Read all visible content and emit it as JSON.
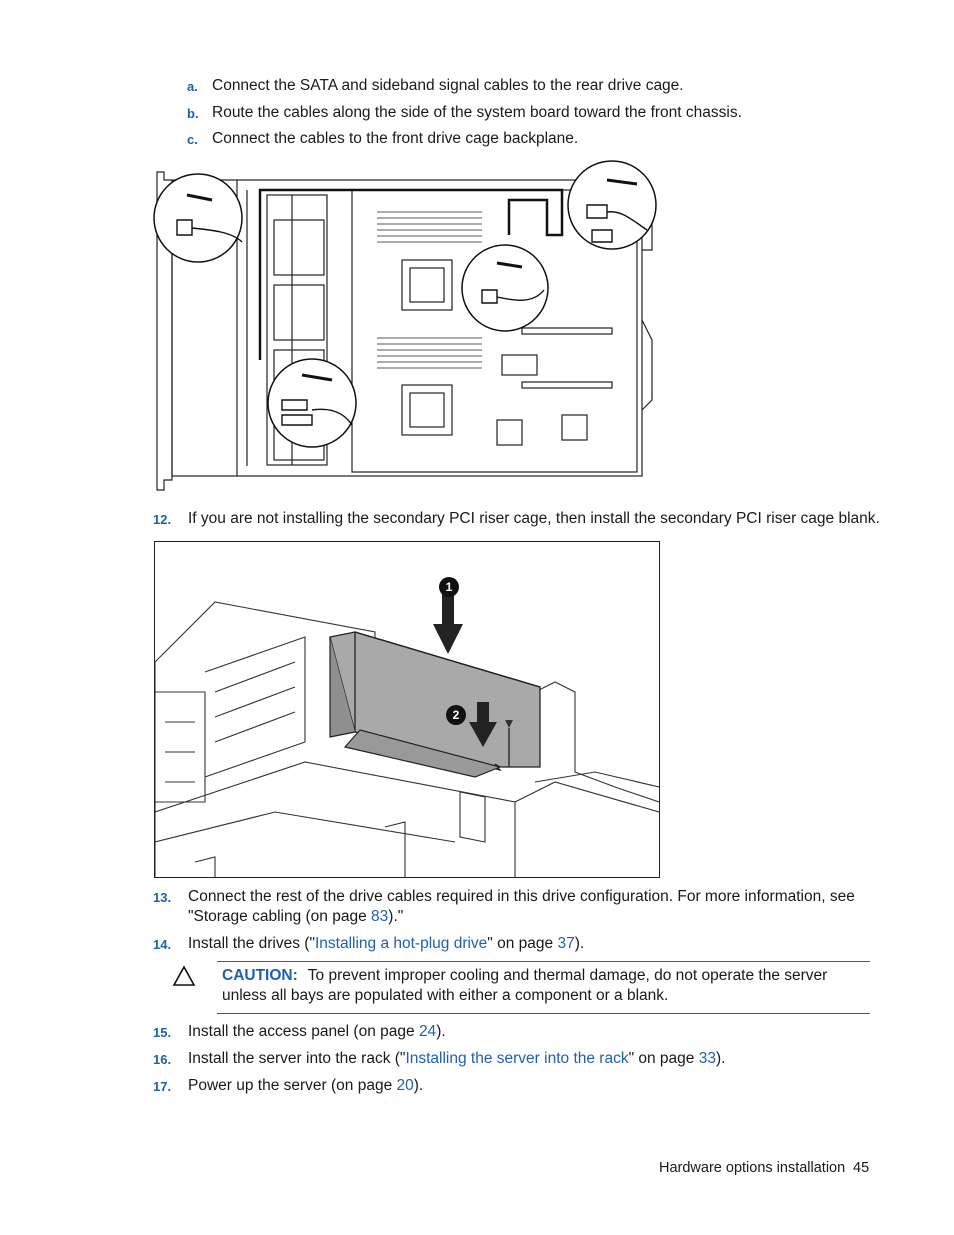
{
  "substeps": [
    {
      "marker": "a.",
      "text": "Connect the SATA and sideband signal cables to the rear drive cage."
    },
    {
      "marker": "b.",
      "text": "Route the cables along the side of the system board toward the front chassis."
    },
    {
      "marker": "c.",
      "text": "Connect the cables to the front drive cage backplane."
    }
  ],
  "step12": {
    "num": "12.",
    "text": "If you are not installing the secondary PCI riser cage, then install the secondary PCI riser cage blank."
  },
  "figure2": {
    "callout1": "1",
    "callout2": "2"
  },
  "step13": {
    "num": "13.",
    "line1": "Connect the rest of the drive cables required in this drive configuration. For more information, see",
    "line2_pre": "\"Storage cabling (on page ",
    "line2_link": "83",
    "line2_post": ").\""
  },
  "step14": {
    "num": "14.",
    "pre": "Install the drives (\"",
    "link": "Installing a hot-plug drive",
    "mid": "\" on page ",
    "page": "37",
    "post": ")."
  },
  "caution": {
    "label": "CAUTION:",
    "text": "To prevent improper cooling and thermal damage, do not operate the server unless all bays are populated with either a component or a blank."
  },
  "step15": {
    "num": "15.",
    "pre": "Install the access panel (on page ",
    "page": "24",
    "post": ")."
  },
  "step16": {
    "num": "16.",
    "pre": "Install the server into the rack (\"",
    "link": "Installing the server into the rack",
    "mid": "\" on page ",
    "page": "33",
    "post": ")."
  },
  "step17": {
    "num": "17.",
    "pre": "Power up the server (on page ",
    "page": "20",
    "post": ")."
  },
  "footer": {
    "section": "Hardware options installation",
    "page": "45"
  },
  "colors": {
    "link": "#1f5fb4",
    "text": "#1a1a1a"
  }
}
